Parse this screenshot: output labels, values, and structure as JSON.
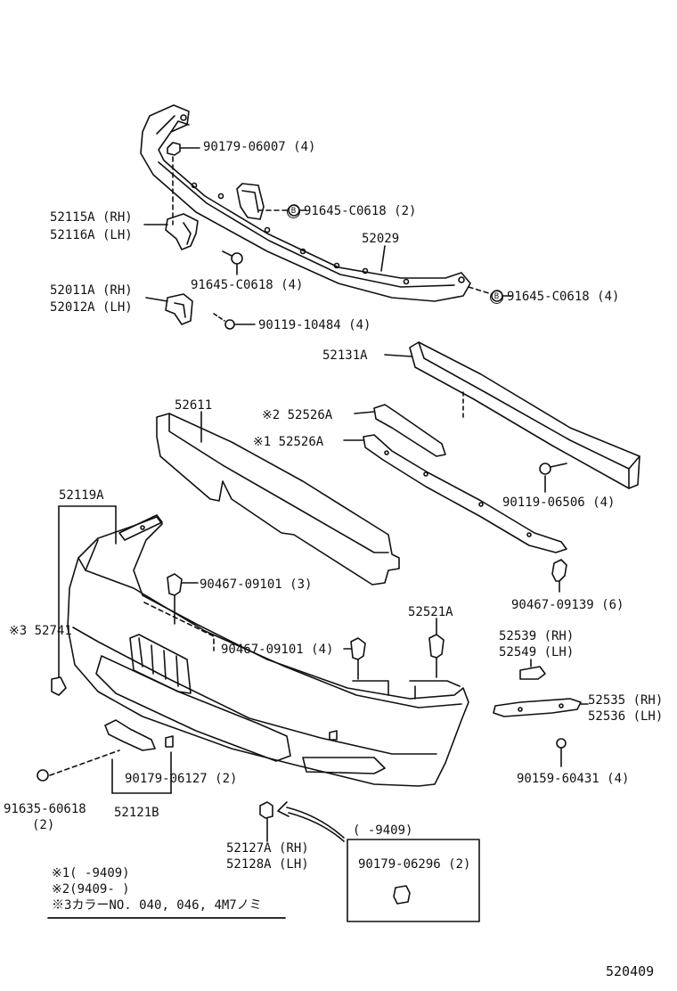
{
  "labels": {
    "nut_top": "90179-06007 (4)",
    "bolt_b_center": "91645-C0618 (2)",
    "bracket_rh": "52115A (RH)",
    "bracket_lh": "52116A (LH)",
    "reinforcement": "52029",
    "bolt_center": "91645-C0618 (4)",
    "bolt_b_right": "91645-C0618 (4)",
    "support_rh": "52011A (RH)",
    "support_lh": "52012A (LH)",
    "bolt_support": "90119-10484 (4)",
    "absorber_bar": "52131A",
    "pad": "52611",
    "mark2": "※2",
    "retainer2": "52526A",
    "mark1": "※1",
    "retainer1": "52526A",
    "bolt_bar": "90119-06506 (4)",
    "cover": "52119A",
    "clip_center": "90467-09101 (3)",
    "clip_right": "90467-09139 (6)",
    "mark3": "※3",
    "grille": "52741",
    "clip_lower": "90467-09101 (4)",
    "retainer_clip": "52521A",
    "seal_rh": "52539 (RH)",
    "seal_lh": "52549 (LH)",
    "side_rh": "52535 (RH)",
    "side_lh": "52536 (LH)",
    "screw_side": "90159-60431 (4)",
    "nut_lower": "90179-06127 (2)",
    "bolt_b_left": "91635-60618",
    "bolt_b_left_qty": "(2)",
    "lower_bracket": "52121B",
    "stay_rh": "52127A (RH)",
    "stay_lh": "52128A (LH)",
    "inset_range": "(       -9409)",
    "inset_part": "90179-06296 (2)",
    "b_mark": "B"
  },
  "notes": [
    {
      "mark": "※1",
      "text": "(       -9409)"
    },
    {
      "mark": "※2",
      "text": "(9409-       )"
    },
    {
      "mark": "※3",
      "text": "カラーNO. 040, 046, 4M7ノミ"
    }
  ],
  "figure_number": "520409"
}
